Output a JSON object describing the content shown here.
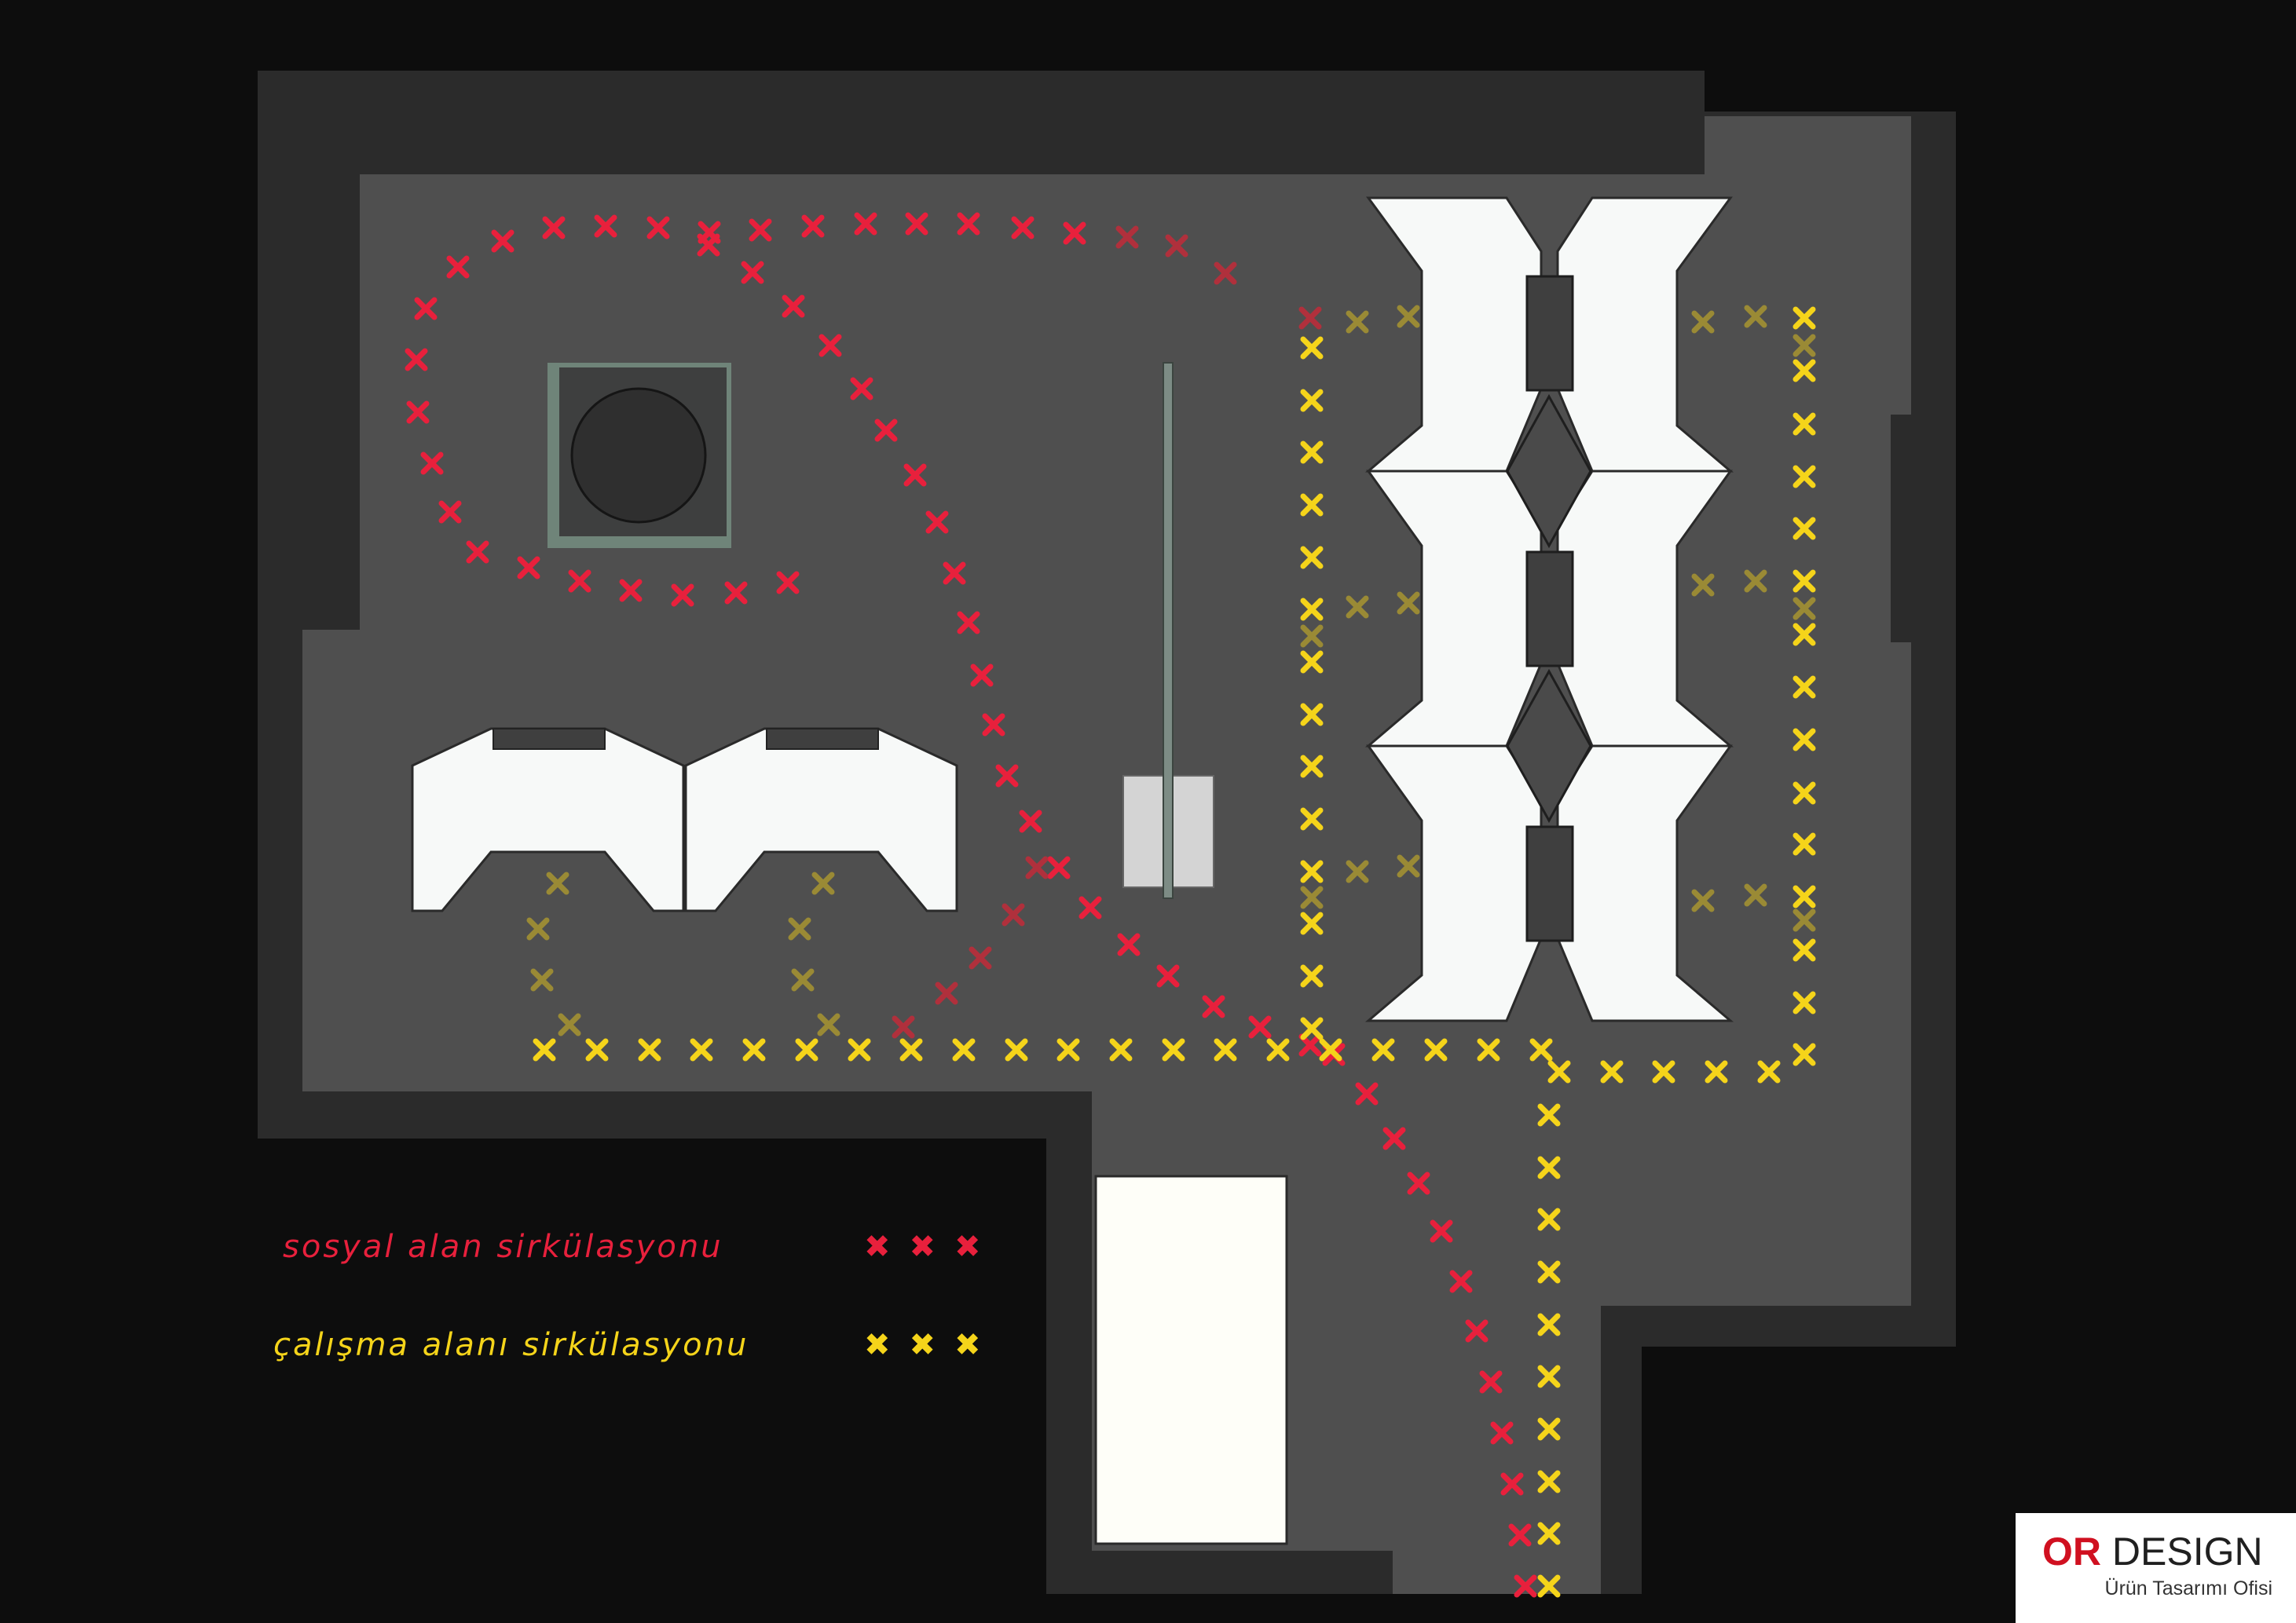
{
  "legend": {
    "social_label": "sosyal alan sirkülasyonu",
    "work_label": "çalışma alanı sirkülasyonu",
    "social_marks": "✖✖✖",
    "work_marks": "✖✖✖"
  },
  "brand": {
    "or": "OR",
    "design": " DESIGN",
    "subtitle": "Ürün Tasarımı Ofisi"
  },
  "colors": {
    "background": "#0d0d0d",
    "wall": "#2b2b2b",
    "floor": "#4f4f4f",
    "furniture": "#f7f9f8",
    "social_route": "#e8203c",
    "work_route": "#f5d41a",
    "work_route_dim": "#9a8a35",
    "social_route_dim": "#b0303c"
  }
}
